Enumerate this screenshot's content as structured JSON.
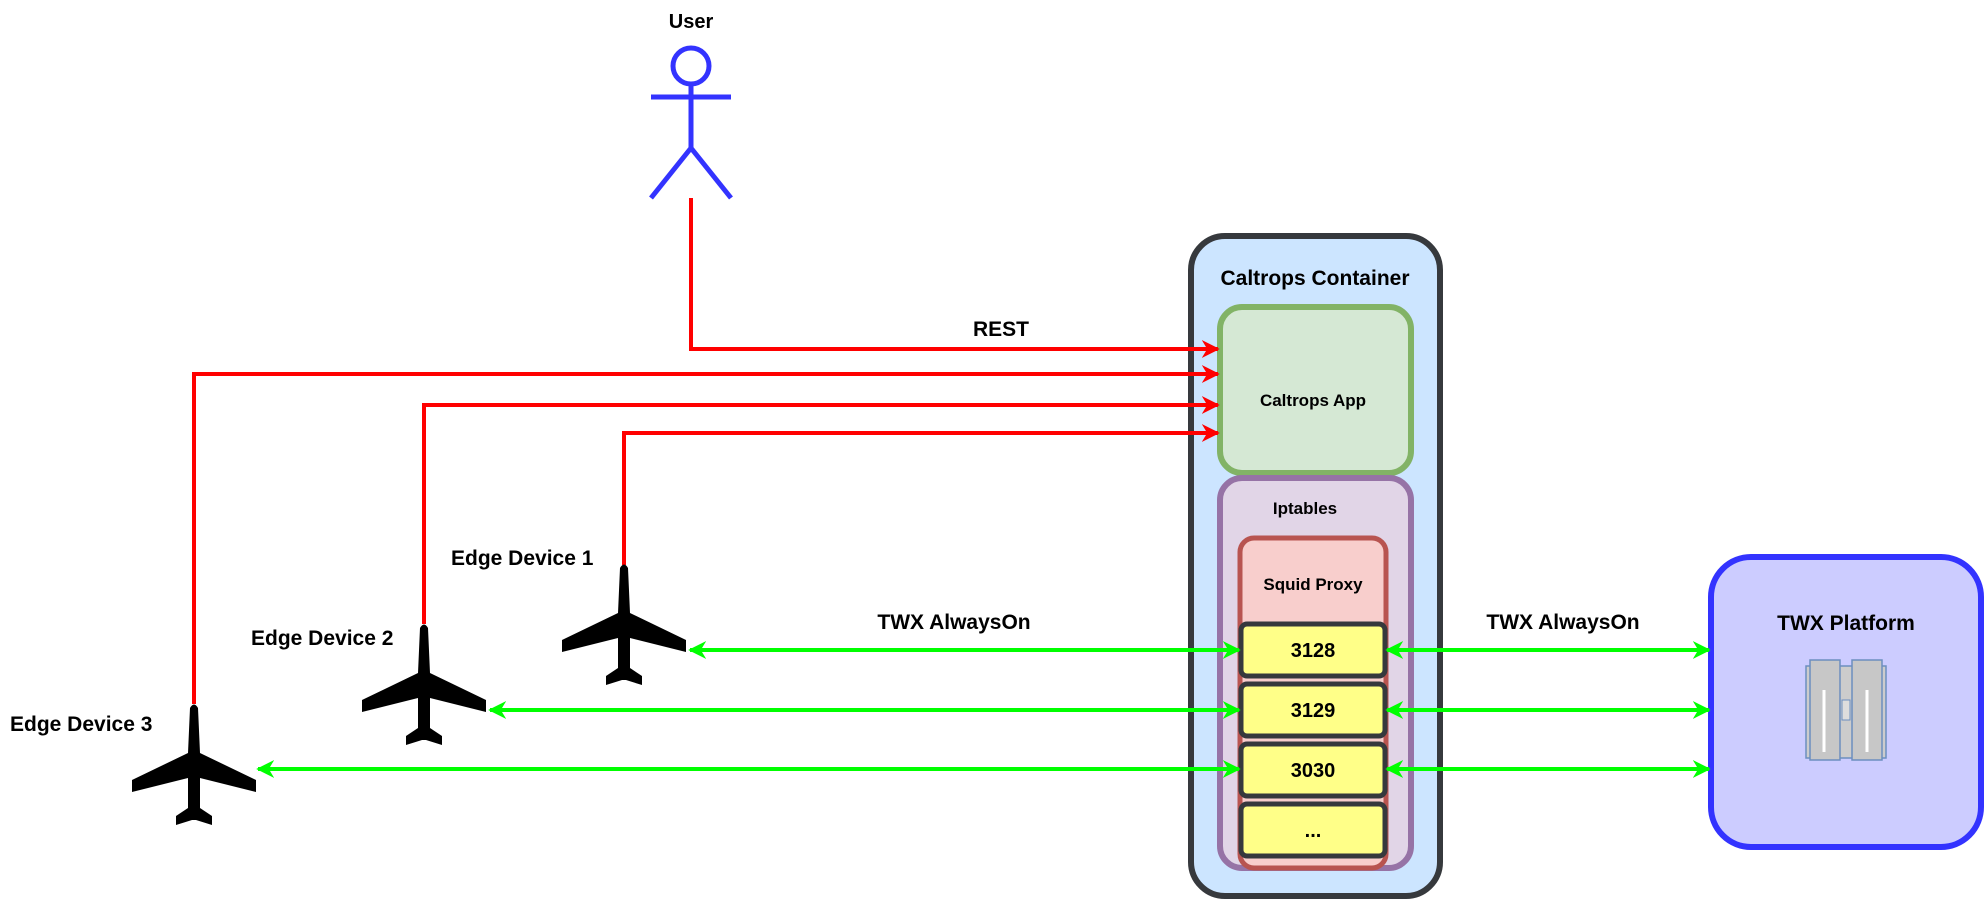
{
  "user": {
    "label": "User"
  },
  "container": {
    "title": "Caltrops Container"
  },
  "app": {
    "label": "Caltrops App"
  },
  "iptables": {
    "label": "Iptables"
  },
  "squid": {
    "label": "Squid Proxy",
    "ports": [
      "3128",
      "3129",
      "3030",
      "..."
    ]
  },
  "platform": {
    "label": "TWX Platform"
  },
  "edges": {
    "rest_label": "REST",
    "twx_left_label": "TWX AlwaysOn",
    "twx_right_label": "TWX AlwaysOn"
  },
  "devices": [
    {
      "label": "Edge Device 1"
    },
    {
      "label": "Edge Device 2"
    },
    {
      "label": "Edge Device 3"
    }
  ],
  "colors": {
    "rest_line": "#ff0000",
    "twx_line": "#00ff00",
    "user_figure": "#3333ff",
    "container_fill": "#cce5ff",
    "app_fill": "#d5e8d4",
    "iptables_fill": "#e1d5e7",
    "squid_fill": "#f8cecc",
    "port_fill": "#ffff88",
    "platform_fill": "#ccccff"
  },
  "icons": {
    "device": "airplane-icon",
    "platform": "server-icon",
    "user": "stick-figure-icon"
  }
}
